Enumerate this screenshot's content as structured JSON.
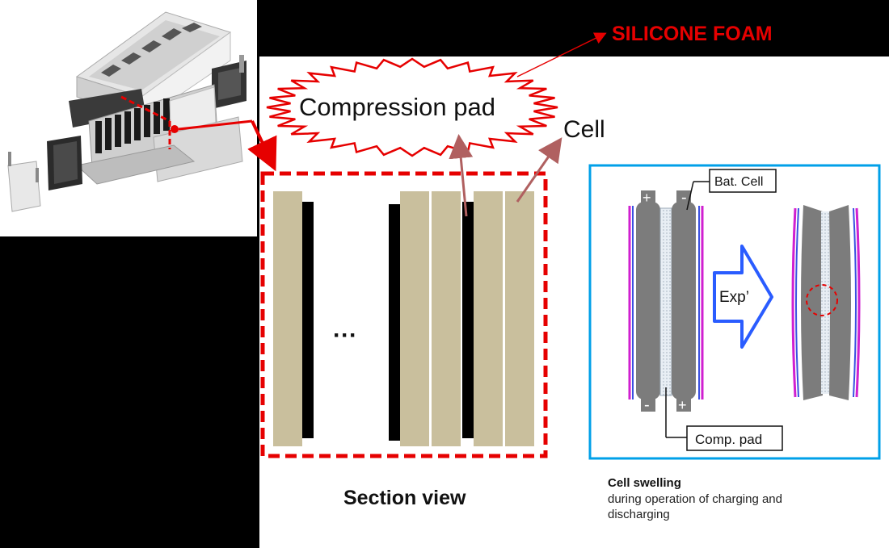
{
  "callout": {
    "text": "SILICONE FOAM",
    "color": "#e60000"
  },
  "section": {
    "compression_pad_label": "Compression pad",
    "cell_label": "Cell",
    "ellipsis": "···",
    "caption": "Section view",
    "colors": {
      "cell": "#c9bf9d",
      "pad": "#000000",
      "highlight": "#e60000",
      "arrow": "#b06060"
    }
  },
  "swelling": {
    "bat_cell_label": "Bat. Cell",
    "comp_pad_label": "Comp. pad",
    "exp_label": "Exp’",
    "plus": "+",
    "minus": "-",
    "caption_title": "Cell swelling",
    "caption_line1": "during operation of charging and",
    "caption_line2": "discharging",
    "colors": {
      "frame": "#00a0e8",
      "cell": "#7c7c7c",
      "arrow": "#2a5cff",
      "edge_magenta": "#d020d0",
      "edge_blue": "#3a50e0"
    }
  }
}
